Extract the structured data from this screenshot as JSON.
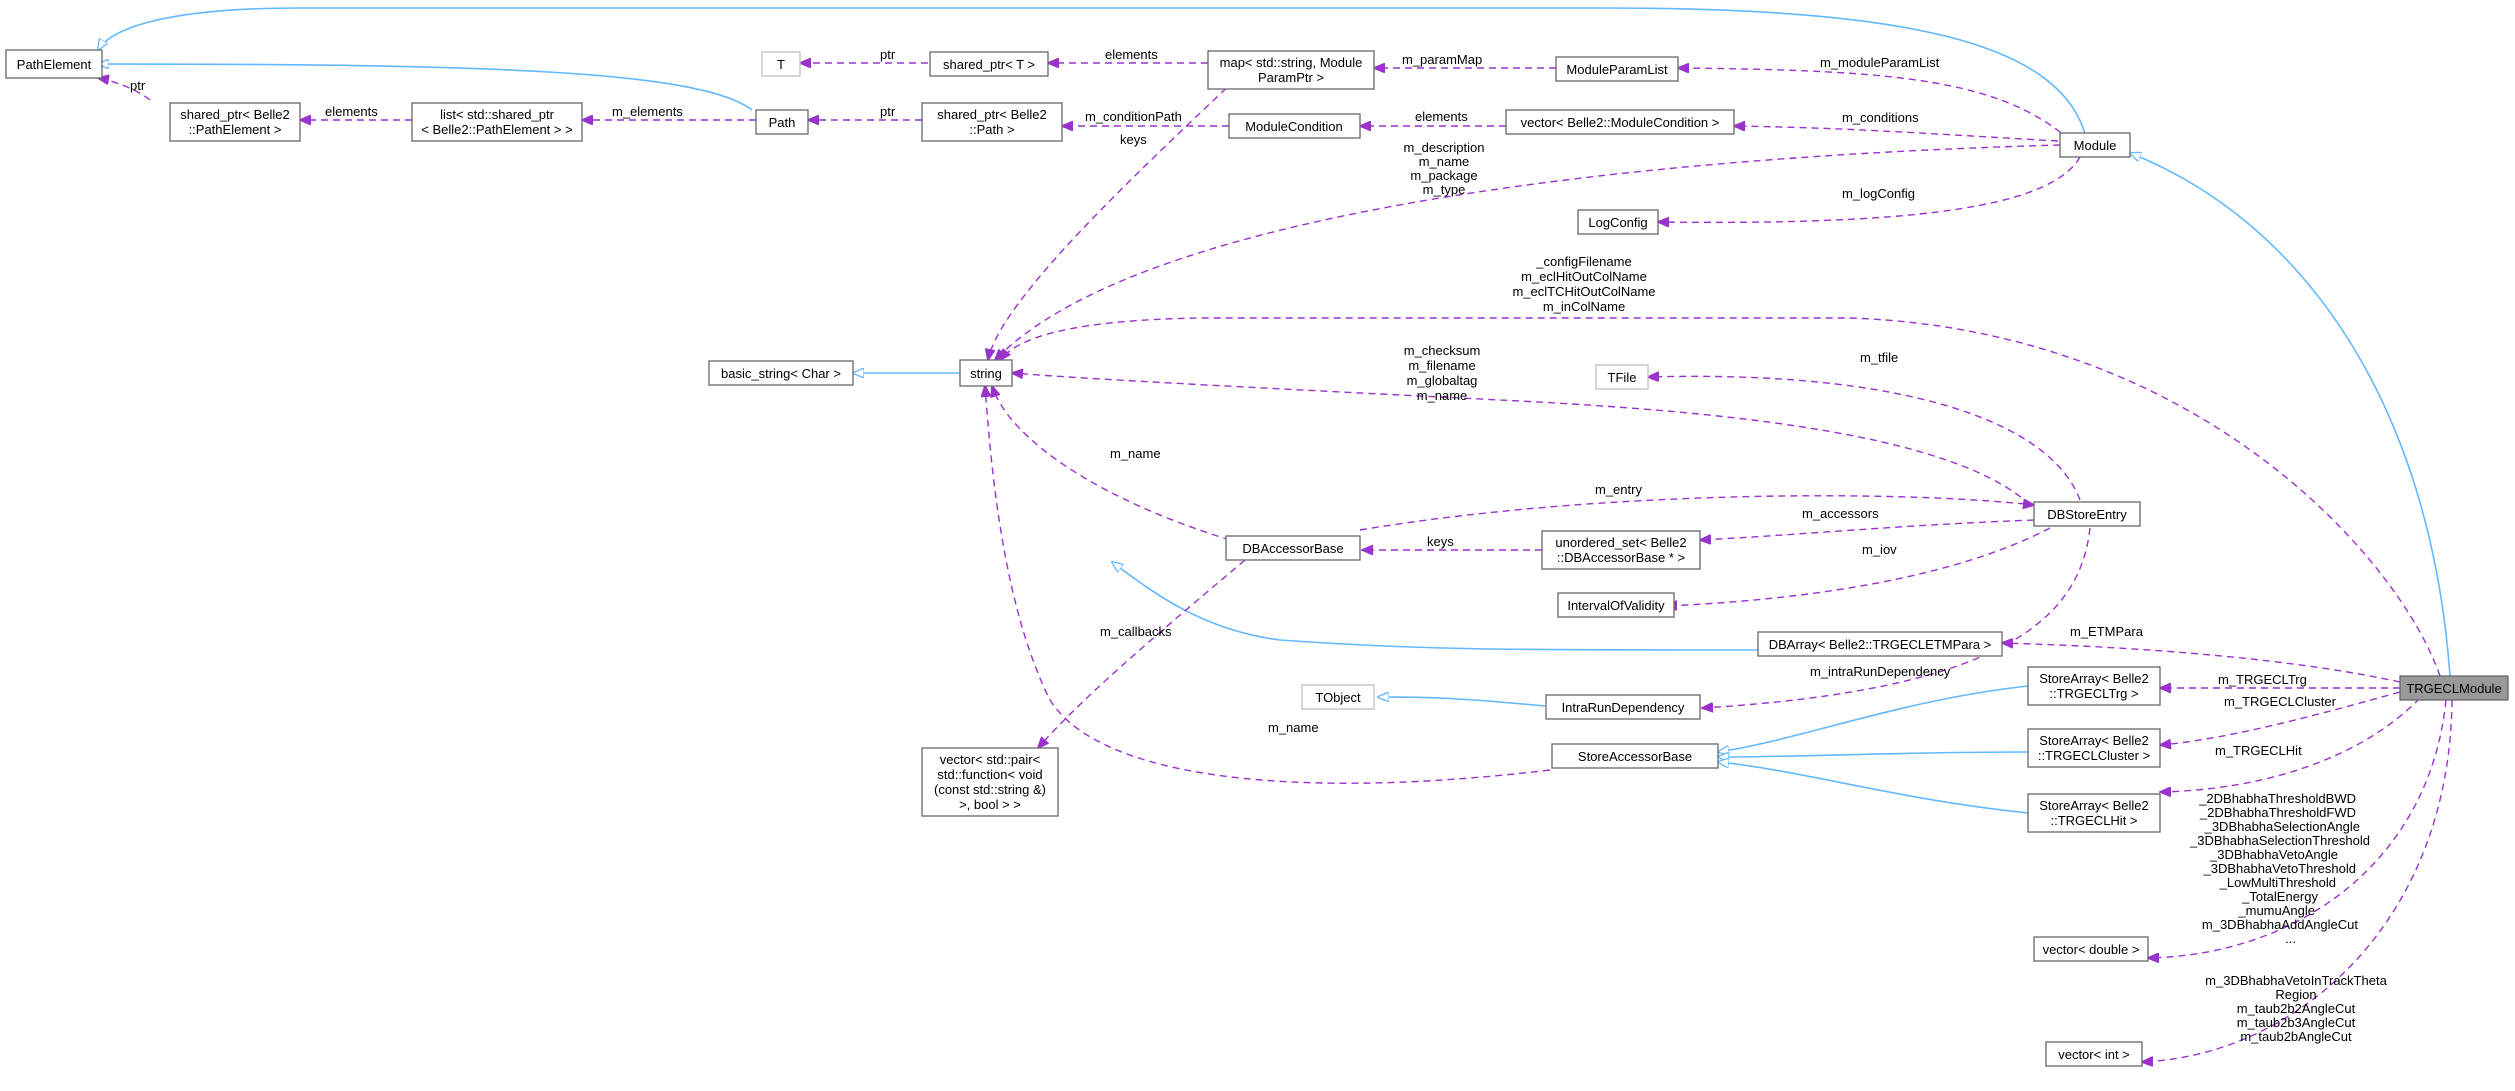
{
  "nodes": {
    "pathelement": "PathElement",
    "sp_pathelement_1": "shared_ptr< Belle2",
    "sp_pathelement_2": "::PathElement >",
    "list_1": "list< std::shared_ptr",
    "list_2": "< Belle2::PathElement > >",
    "path": "Path",
    "sp_path_1": "shared_ptr< Belle2",
    "sp_path_2": "::Path >",
    "t": "T",
    "sp_t": "shared_ptr< T >",
    "map_1": "map< std::string, Module",
    "map_2": "ParamPtr >",
    "moduleparamlist": "ModuleParamList",
    "modulecondition": "ModuleCondition",
    "vec_modcond": "vector< Belle2::ModuleCondition >",
    "module": "Module",
    "logconfig": "LogConfig",
    "basic_string": "basic_string< Char >",
    "string": "string",
    "tfile": "TFile",
    "dbstoreentry": "DBStoreEntry",
    "dbaccessorbase": "DBAccessorBase",
    "unord_1": "unordered_set< Belle2",
    "unord_2": "::DBAccessorBase * >",
    "iov": "IntervalOfValidity",
    "dbarray": "DBArray< Belle2::TRGECLETMPara >",
    "tobject": "TObject",
    "intrarun": "IntraRunDependency",
    "storeaccessorbase": "StoreAccessorBase",
    "sa_trg_1": "StoreArray< Belle2",
    "sa_trg_2": "::TRGECLTrg >",
    "sa_cluster_1": "StoreArray< Belle2",
    "sa_cluster_2": "::TRGECLCluster >",
    "sa_hit_1": "StoreArray< Belle2",
    "sa_hit_2": "::TRGECLHit >",
    "vec_pair_1": "vector< std::pair<",
    "vec_pair_2": "std::function< void",
    "vec_pair_3": "(const std::string &)",
    "vec_pair_4": ">, bool > >",
    "vec_double": "vector< double >",
    "vec_int": "vector< int >",
    "trgeclmodule": "TRGECLModule"
  },
  "edge_labels": {
    "ptr_pe": "ptr",
    "elements_list": "elements",
    "m_elements": "m_elements",
    "ptr_path": "ptr",
    "m_conditionPath": "m_conditionPath",
    "ptr_t": "ptr",
    "elements_map": "elements",
    "m_paramMap": "m_paramMap",
    "m_moduleParamList": "m_moduleParamList",
    "elements_cond": "elements",
    "m_conditions": "m_conditions",
    "keys_map": "keys",
    "module_strings": [
      "m_description",
      "m_name",
      "m_package",
      "m_type"
    ],
    "m_logConfig": "m_logConfig",
    "trgecl_strings": [
      "_configFilename",
      "m_eclHitOutColName",
      "m_eclTCHitOutColName",
      "m_inColName"
    ],
    "dbstore_strings": [
      "m_checksum",
      "m_filename",
      "m_globaltag",
      "m_name"
    ],
    "m_tfile": "m_tfile",
    "m_name_dba": "m_name",
    "m_entry": "m_entry",
    "m_accessors": "m_accessors",
    "keys_unord": "keys",
    "m_iov": "m_iov",
    "m_callbacks": "m_callbacks",
    "m_ETMPara": "m_ETMPara",
    "m_intraRunDependency": "m_intraRunDependency",
    "m_name_sab": "m_name",
    "m_TRGECLTrg": "m_TRGECLTrg",
    "m_TRGECLCluster": "m_TRGECLCluster",
    "m_TRGECLHit": "m_TRGECLHit",
    "double_members": [
      "_2DBhabhaThresholdBWD",
      "_2DBhabhaThresholdFWD",
      "_3DBhabhaSelectionAngle",
      "_3DBhabhaSelectionThreshold",
      "_3DBhabhaVetoAngle",
      "_3DBhabhaVetoThreshold",
      "_LowMultiThreshold",
      "_TotalEnergy",
      "_mumuAngle",
      "m_3DBhabhaAddAngleCut",
      "..."
    ],
    "int_members": [
      "m_3DBhabhaVetoInTrackTheta",
      "Region",
      "m_taub2b2AngleCut",
      "m_taub2b3AngleCut",
      "m_taub2bAngleCut"
    ]
  }
}
